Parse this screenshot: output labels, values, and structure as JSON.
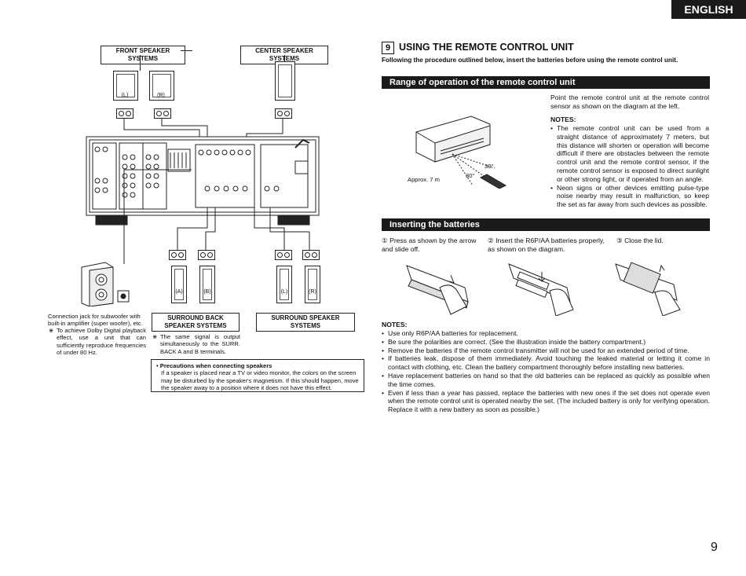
{
  "header": {
    "language_tab": "ENGLISH"
  },
  "page_number": "9",
  "diagram": {
    "front_label": "FRONT SPEAKER SYSTEMS",
    "center_label": "CENTER SPEAKER SYSTEMS",
    "surround_back_label": "SURROUND BACK SPEAKER SYSTEMS",
    "surround_label": "SURROUND SPEAKER SYSTEMS",
    "spk_front_l": "(L)",
    "spk_front_r": "(R)",
    "spk_sb_a": "(A)",
    "spk_sb_b": "(B)",
    "spk_sur_l": "(L)",
    "spk_sur_r": "(R)",
    "subwoofer_note": "Connection jack for subwoofer with built-in amplifier (super woofer), etc.",
    "subwoofer_note2": "To achieve Dolby Digital playback effect, use a unit that can sufficiently reproduce frequencies of under 80 Hz.",
    "sb_note": "The same signal is output simultaneously to the SURR. BACK A and B terminals.",
    "precaution_title": "• Precautions when connecting speakers",
    "precaution_text": "If a speaker is placed near a TV or video monitor, the colors on the screen may be disturbed by the speaker's magnetism. If this should happen, move the speaker away to a position where it does not have this effect."
  },
  "section": {
    "number": "9",
    "title": "USING THE REMOTE CONTROL UNIT",
    "intro": "Following the procedure outlined below, insert the batteries before using the remote control unit."
  },
  "range": {
    "bar": "Range of operation of the remote control unit",
    "text": "Point the remote control unit at the remote control sensor as shown on the diagram at the left.",
    "notes_title": "NOTES:",
    "notes": [
      "The remote control unit can be used from a straight distance of approximately 7 meters, but this distance will shorten or operation will become difficult if there are obstacles between the remote control unit and the remote control sensor, if the remote control sensor is exposed to direct sunlight or other strong light, or if operated from an angle.",
      "Neon signs or other devices emitting pulse-type noise nearby may result in malfunction, so keep the set as far away from such devices as possible."
    ],
    "approx": "Approx. 7 m",
    "angle1": "30°",
    "angle2": "30°"
  },
  "batteries": {
    "bar": "Inserting the batteries",
    "step1": "① Press as shown by the arrow and slide off.",
    "step2": "② Insert the R6P/AA batteries properly, as shown on the diagram.",
    "step3": "③ Close the lid.",
    "notes_title": "NOTES:",
    "notes": [
      "Use only R6P/AA batteries for replacement.",
      "Be sure the polarities are correct. (See the illustration inside the battery compartment.)",
      "Remove the batteries if the remote control transmitter will not be used for an extended period of time.",
      "If batteries leak, dispose of them immediately. Avoid touching the leaked material or letting it come in contact with clothing, etc. Clean the battery compartment thoroughly before installing new batteries.",
      "Have replacement batteries on hand so that the old batteries can be replaced as quickly as possible when the time comes.",
      "Even if less than a year has passed, replace the batteries with new ones if the set does not operate even when the remote control unit is operated nearby the set. (The included battery is only for verifying operation. Replace it with a new battery as soon as possible.)"
    ]
  }
}
